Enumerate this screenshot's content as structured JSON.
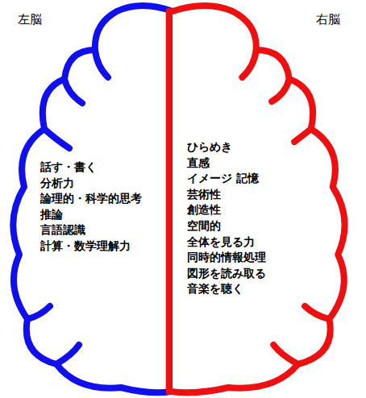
{
  "diagram": {
    "nodes": [
      {
        "text": [
          "左脳",
          "話す・書く",
          "分析力",
          "論理的・科学的思考",
          "推論",
          "言語認識",
          "計算・数学理解力"
        ]
      },
      {
        "text": [
          "右脳",
          "ひらめき",
          "直感",
          "イメージ 記憶",
          "芸術性",
          "創造性",
          "空間的",
          "全体を見る力",
          "同時的情報処理",
          "図形を読み取る",
          "音楽を聴く"
        ]
      }
    ]
  }
}
